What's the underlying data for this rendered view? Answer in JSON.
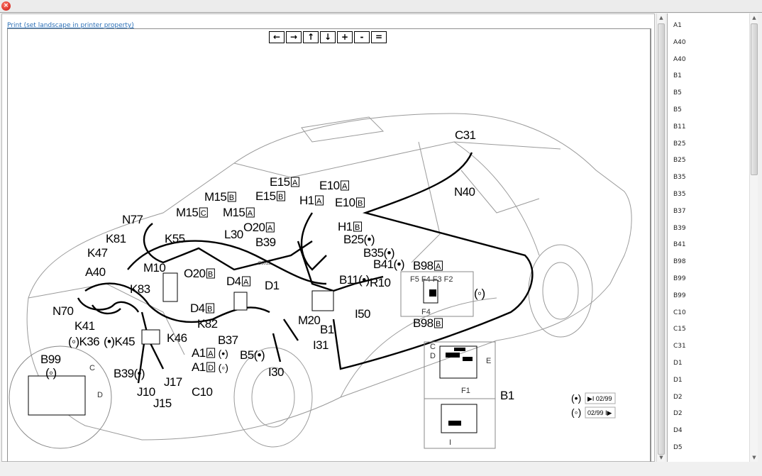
{
  "window": {
    "close_icon": "close-icon"
  },
  "print_link": "Print (set landscape in printer property)",
  "toolbar": [
    "←",
    "→",
    "↑",
    "↓",
    "+",
    "-",
    "="
  ],
  "diagram": {
    "labels": [
      {
        "t": "C31"
      },
      {
        "t": "N40"
      },
      {
        "t": "E15",
        "b": "A"
      },
      {
        "t": "E10",
        "b": "A"
      },
      {
        "t": "H1",
        "b": "A"
      },
      {
        "t": "E15",
        "b": "B"
      },
      {
        "t": "E10",
        "b": "B"
      },
      {
        "t": "M15",
        "b": "B"
      },
      {
        "t": "M15",
        "b": "C"
      },
      {
        "t": "M15",
        "b": "A"
      },
      {
        "t": "N77"
      },
      {
        "t": "O20",
        "b": "A"
      },
      {
        "t": "K81"
      },
      {
        "t": "L30"
      },
      {
        "t": "K55"
      },
      {
        "t": "B39"
      },
      {
        "t": "H1",
        "b": "B"
      },
      {
        "t": "B25(•)"
      },
      {
        "t": "K47"
      },
      {
        "t": "M10"
      },
      {
        "t": "B35(•)"
      },
      {
        "t": "A40"
      },
      {
        "t": "O20",
        "b": "B"
      },
      {
        "t": "B41(•)"
      },
      {
        "t": "B98",
        "b": "A"
      },
      {
        "t": "K83"
      },
      {
        "t": "D4",
        "b": "A"
      },
      {
        "t": "D1"
      },
      {
        "t": "B11(•)"
      },
      {
        "t": "R10"
      },
      {
        "t": "N70"
      },
      {
        "t": "D4",
        "b": "B"
      },
      {
        "t": "K82"
      },
      {
        "t": "I50"
      },
      {
        "t": "M20"
      },
      {
        "t": "B98",
        "b": "B"
      },
      {
        "t": "B1"
      },
      {
        "t": "K41"
      },
      {
        "t": "K46"
      },
      {
        "t": "B37"
      },
      {
        "t": "(◦)K36"
      },
      {
        "t": "(•)K45"
      },
      {
        "t": "I31"
      },
      {
        "t": "A1",
        "b": "A",
        "s": "(•)"
      },
      {
        "t": "B5(•)"
      },
      {
        "t": "B99"
      },
      {
        "t": "A1",
        "b": "D",
        "s": "(◦)"
      },
      {
        "t": "B39(•)"
      },
      {
        "t": "J17"
      },
      {
        "t": "I30"
      },
      {
        "t": "C10"
      },
      {
        "t": "J10"
      },
      {
        "t": "J15"
      },
      {
        "t": "B1"
      },
      {
        "t": "(◦)"
      },
      {
        "t": "(◦)"
      }
    ],
    "small_labels": [
      "F5 F4 F3 F2",
      "F4",
      "F1",
      "C",
      "D",
      "E",
      "I",
      "C",
      "D",
      "E6015"
    ],
    "legend": [
      {
        "sym": "(•)",
        "nav": "▶I 02/99"
      },
      {
        "sym": "(◦)",
        "nav": "02/99 I▶"
      }
    ]
  },
  "sidebar": {
    "items": [
      "A1",
      "A40",
      "A40",
      "B1",
      "B5",
      "B5",
      "B11",
      "B25",
      "B25",
      "B35",
      "B35",
      "B37",
      "B39",
      "B41",
      "B98",
      "B99",
      "B99",
      "C10",
      "C15",
      "C31",
      "D1",
      "D1",
      "D2",
      "D2",
      "D4",
      "D5"
    ]
  }
}
